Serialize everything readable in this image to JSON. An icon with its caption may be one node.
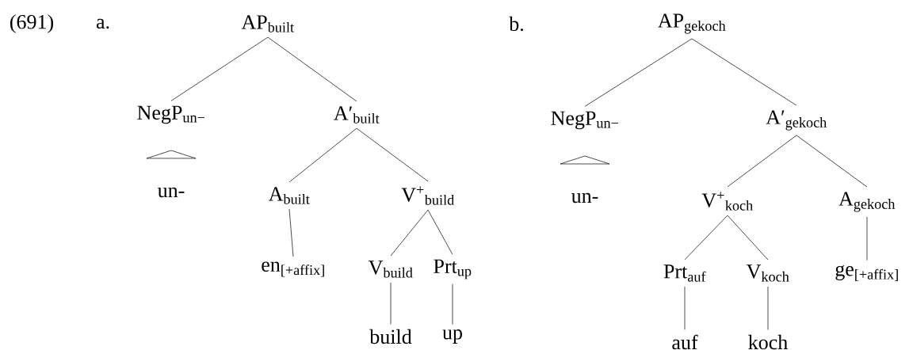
{
  "diagram": {
    "nodes": [
      {
        "text": [
          "AP$_{built}$"
        ]
      },
      {
        "text": [
          "NegP$_{un−}$"
        ]
      },
      {
        "text": [
          "A′$_{built}$"
        ]
      },
      {
        "text": [
          "un-"
        ]
      },
      {
        "text": [
          "A$_{built}$"
        ]
      },
      {
        "text": [
          "V$^{+}$$_{build}$"
        ]
      },
      {
        "text": [
          "en$_{[+affix]}$"
        ]
      },
      {
        "text": [
          "V$_{build}$"
        ]
      },
      {
        "text": [
          "Prt$_{up}$"
        ]
      },
      {
        "text": [
          "build"
        ]
      },
      {
        "text": [
          "up"
        ]
      },
      {
        "text": [
          "AP$_{gekoch}$"
        ]
      },
      {
        "text": [
          "NegP$_{un−}$"
        ]
      },
      {
        "text": [
          "A′$_{gekoch}$"
        ]
      },
      {
        "text": [
          "un-"
        ]
      },
      {
        "text": [
          "V$^{+}$$_{koch}$"
        ]
      },
      {
        "text": [
          "A$_{gekoch}$"
        ]
      },
      {
        "text": [
          "Prt$_{auf}$"
        ]
      },
      {
        "text": [
          "V$_{koch}$"
        ]
      },
      {
        "text": [
          "ge$_{[+affix]}$"
        ]
      },
      {
        "text": [
          "auf"
        ]
      },
      {
        "text": [
          "koch"
        ]
      },
      {
        "text": [],
        "shape": "triangle"
      },
      {
        "text": [],
        "shape": "triangle"
      }
    ],
    "edges": [
      {
        "from": 0,
        "to": 1,
        "arrow": "none"
      },
      {
        "from": 0,
        "to": 2,
        "arrow": "none"
      },
      {
        "from": 2,
        "to": 4,
        "arrow": "none"
      },
      {
        "from": 2,
        "to": 5,
        "arrow": "none"
      },
      {
        "from": 4,
        "to": 6,
        "arrow": "none"
      },
      {
        "from": 5,
        "to": 7,
        "arrow": "none"
      },
      {
        "from": 5,
        "to": 8,
        "arrow": "none"
      },
      {
        "from": 7,
        "to": 9,
        "arrow": "none"
      },
      {
        "from": 8,
        "to": 10,
        "arrow": "none"
      },
      {
        "from": 11,
        "to": 12,
        "arrow": "none"
      },
      {
        "from": 11,
        "to": 13,
        "arrow": "none"
      },
      {
        "from": 13,
        "to": 15,
        "arrow": "none"
      },
      {
        "from": 13,
        "to": 16,
        "arrow": "none"
      },
      {
        "from": 15,
        "to": 17,
        "arrow": "none"
      },
      {
        "from": 15,
        "to": 18,
        "arrow": "none"
      },
      {
        "from": 16,
        "to": 19,
        "arrow": "none"
      },
      {
        "from": 17,
        "to": 20,
        "arrow": "none"
      },
      {
        "from": 18,
        "to": 21,
        "arrow": "none"
      }
    ],
    "labels": [
      "(691)",
      "a.",
      "b."
    ]
  }
}
